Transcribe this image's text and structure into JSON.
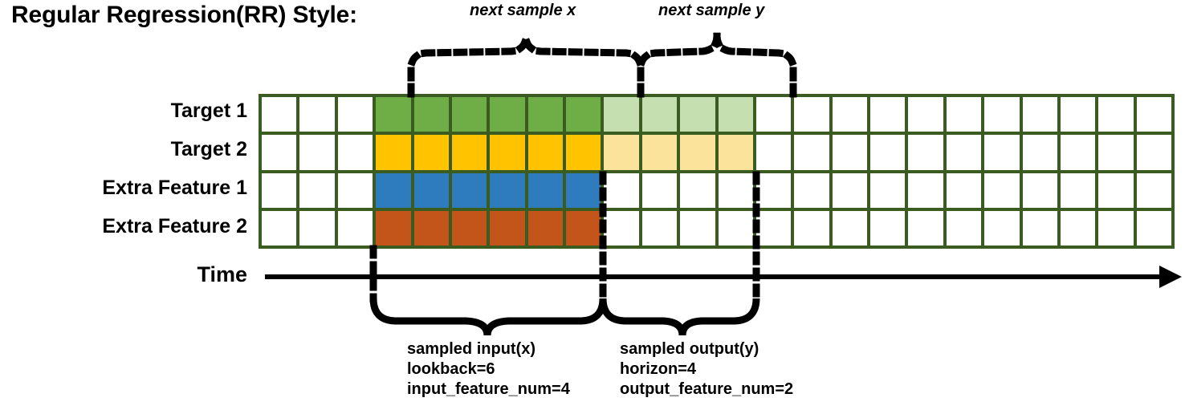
{
  "title": "Regular Regression(RR) Style:",
  "annotations": {
    "top_brace_x_label": "next sample x",
    "top_brace_y_label": "next sample y"
  },
  "rows": [
    {
      "label": "Target 1",
      "fill": "#6fae46",
      "light_fill": "#c5dfb0",
      "has_output": true
    },
    {
      "label": "Target 2",
      "fill": "#ffc300",
      "light_fill": "#fce39b",
      "has_output": true
    },
    {
      "label": "Extra Feature 1",
      "fill": "#2e7cbe",
      "light_fill": "#ffffff",
      "has_output": false
    },
    {
      "label": "Extra Feature 2",
      "fill": "#c4551a",
      "light_fill": "#ffffff",
      "has_output": false
    }
  ],
  "grid": {
    "columns": 24,
    "rows": 4,
    "lead_blank_columns": 3,
    "input_columns": 6,
    "output_columns": 4,
    "trailing_blank_columns": 11,
    "border_color": "#3a5c21",
    "empty_cell_color": "#ffffff"
  },
  "time_axis": {
    "label": "Time",
    "arrow_direction": "right"
  },
  "captions": {
    "input": {
      "line1": "sampled input(x)",
      "line2": "lookback=6",
      "line3": "input_feature_num=4"
    },
    "output": {
      "line1": "sampled output(y)",
      "line2": "horizon=4",
      "line3": "output_feature_num=2"
    }
  },
  "parameters": {
    "lookback": 6,
    "horizon": 4,
    "input_feature_num": 4,
    "output_feature_num": 2
  },
  "chart_data": {
    "type": "table",
    "title": "Regular Regression(RR) Style:",
    "categories": [
      "Target 1",
      "Target 2",
      "Extra Feature 1",
      "Extra Feature 2"
    ],
    "series": [
      {
        "name": "Target 1",
        "values": [
          "blank",
          "blank",
          "blank",
          "input",
          "input",
          "input",
          "input",
          "input",
          "input",
          "output",
          "output",
          "output",
          "output",
          "blank",
          "blank",
          "blank",
          "blank",
          "blank",
          "blank",
          "blank",
          "blank",
          "blank",
          "blank",
          "blank"
        ]
      },
      {
        "name": "Target 2",
        "values": [
          "blank",
          "blank",
          "blank",
          "input",
          "input",
          "input",
          "input",
          "input",
          "input",
          "output",
          "output",
          "output",
          "output",
          "blank",
          "blank",
          "blank",
          "blank",
          "blank",
          "blank",
          "blank",
          "blank",
          "blank",
          "blank",
          "blank"
        ]
      },
      {
        "name": "Extra Feature 1",
        "values": [
          "blank",
          "blank",
          "blank",
          "input",
          "input",
          "input",
          "input",
          "input",
          "input",
          "blank",
          "blank",
          "blank",
          "blank",
          "blank",
          "blank",
          "blank",
          "blank",
          "blank",
          "blank",
          "blank",
          "blank",
          "blank",
          "blank",
          "blank"
        ]
      },
      {
        "name": "Extra Feature 2",
        "values": [
          "blank",
          "blank",
          "blank",
          "input",
          "input",
          "input",
          "input",
          "input",
          "input",
          "blank",
          "blank",
          "blank",
          "blank",
          "blank",
          "blank",
          "blank",
          "blank",
          "blank",
          "blank",
          "blank",
          "blank",
          "blank",
          "blank",
          "blank"
        ]
      }
    ],
    "xlabel": "Time",
    "ylabel": "",
    "grid": true,
    "legend": "none"
  }
}
